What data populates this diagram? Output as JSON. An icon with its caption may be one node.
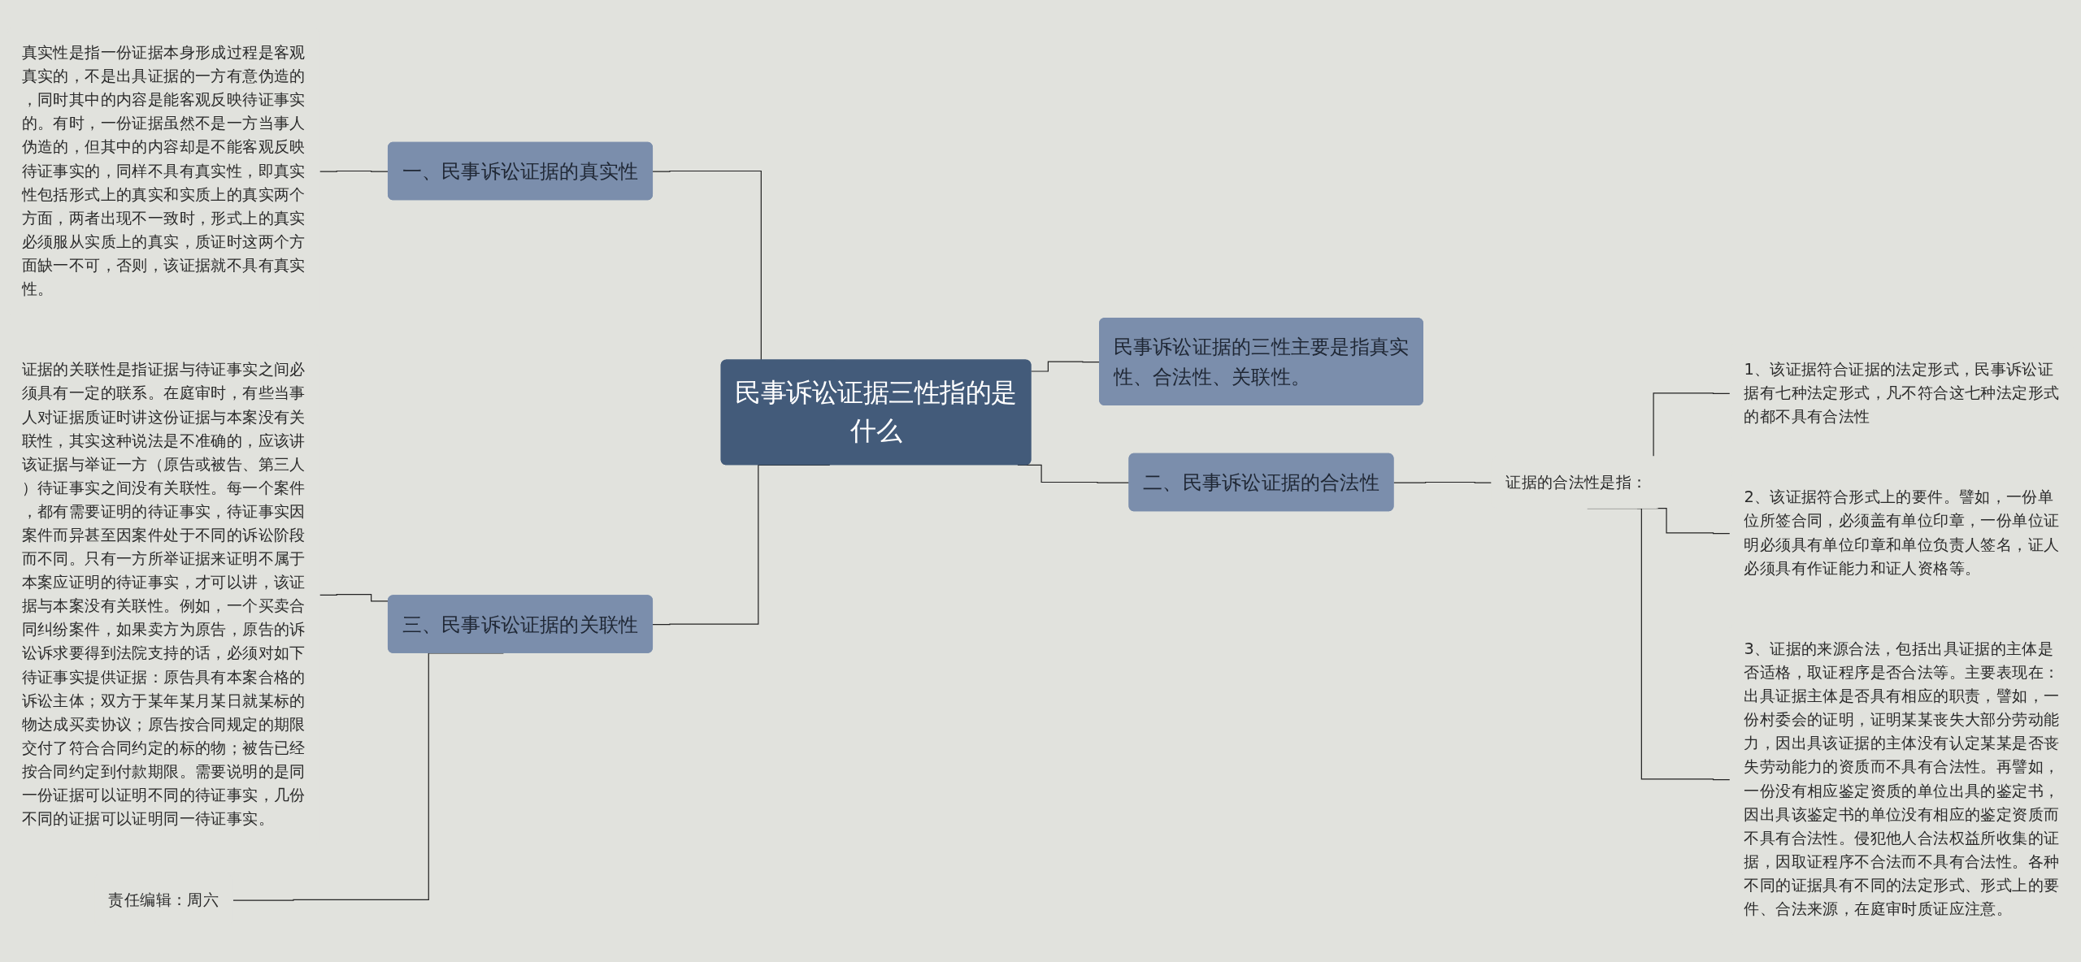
{
  "diagram": {
    "nodes": [
      {
        "text": [
          "民事诉讼证据三性指的是什么"
        ]
      },
      {
        "text": [
          "一、民事诉讼证据的真实性"
        ]
      },
      {
        "text": [
          "真实性是指一份证据本身形成过程是客观真实的，不是出具证据的一方有意伪造的，同时其中的内容是能客观反映待证事实的。有时，一份证据虽然不是一方当事人伪造的，但其中的内容却是不能客观反映待证事实的，同样不具有真实性，即真实性包括形式上的真实和实质上的真实两个方面，两者出现不一致时，形式上的真实必须服从实质上的真实，质证时这两个方面缺一不可，否则，该证据就不具有真实性。"
        ]
      },
      {
        "text": [
          "三、民事诉讼证据的关联性"
        ]
      },
      {
        "text": [
          "证据的关联性是指证据与待证事实之间必须具有一定的联系。在庭审时，有些当事人对证据质证时讲这份证据与本案没有关联性，其实这种说法是不准确的，应该讲该证据与举证一方（原告或被告、第三人）待证事实之间没有关联性。每一个案件，都有需要证明的待证事实，待证事实因案件而异甚至因案件处于不同的诉讼阶段而不同。只有一方所举证据来证明不属于本案应证明的待证事实，才可以讲，该证据与本案没有关联性。例如，一个买卖合同纠纷案件，如果卖方为原告，原告的诉讼诉求要得到法院支持的话，必须对如下待证事实提供证据：原告具有本案合格的诉讼主体；双方于某年某月某日就某标的物达成买卖协议；原告按合同规定的期限交付了符合合同约定的标的物；被告已经按合同约定到付款期限。需要说明的是同一份证据可以证明不同的待证事实，几份不同的证据可以证明同一待证事实。"
        ]
      },
      {
        "text": [
          "责任编辑：周六"
        ]
      },
      {
        "text": [
          "民事诉讼证据的三性主要是指真实性、合法性、关联性。"
        ]
      },
      {
        "text": [
          "二、民事诉讼证据的合法性"
        ]
      },
      {
        "text": [
          "证据的合法性是指："
        ]
      },
      {
        "text": [
          "1、该证据符合证据的法定形式，民事诉讼证据有七种法定形式，凡不符合这七种法定形式的都不具有合法性"
        ]
      },
      {
        "text": [
          "2、该证据符合形式上的要件。譬如，一份单位所签合同，必须盖有单位印章，一份单位证明必须具有单位印章和单位负责人签名，证人必须具有作证能力和证人资格等。"
        ]
      },
      {
        "text": [
          "3、证据的来源合法，包括出具证据的主体是否适格，取证程序是否合法等。主要表现在：出具证据主体是否具有相应的职责，譬如，一份村委会的证明，证明某某丧失大部分劳动能力，因出具该证据的主体没有认定某某是否丧失劳动能力的资质而不具有合法性。再譬如，一份没有相应鉴定资质的单位出具的鉴定书，因出具该鉴定书的单位没有相应的鉴定资质而不具有合法性。侵犯他人合法权益所收集的证据，因取证程序不合法而不具有合法性。各种不同的证据具有不同的法定形式、形式上的要件、合法来源，在庭审时质证应注意。"
        ]
      }
    ],
    "edges": [
      {
        "from": 1,
        "to": 0,
        "arrow": "none"
      },
      {
        "from": 2,
        "to": 1,
        "arrow": "none"
      },
      {
        "from": 3,
        "to": 0,
        "arrow": "none"
      },
      {
        "from": 4,
        "to": 3,
        "arrow": "none"
      },
      {
        "from": 5,
        "to": 3,
        "arrow": "none"
      },
      {
        "from": 0,
        "to": 6,
        "arrow": "none"
      },
      {
        "from": 0,
        "to": 7,
        "arrow": "none"
      },
      {
        "from": 7,
        "to": 8,
        "arrow": "none"
      },
      {
        "from": 8,
        "to": 9,
        "arrow": "none"
      },
      {
        "from": 8,
        "to": 10,
        "arrow": "none"
      },
      {
        "from": 8,
        "to": 11,
        "arrow": "none"
      }
    ]
  }
}
